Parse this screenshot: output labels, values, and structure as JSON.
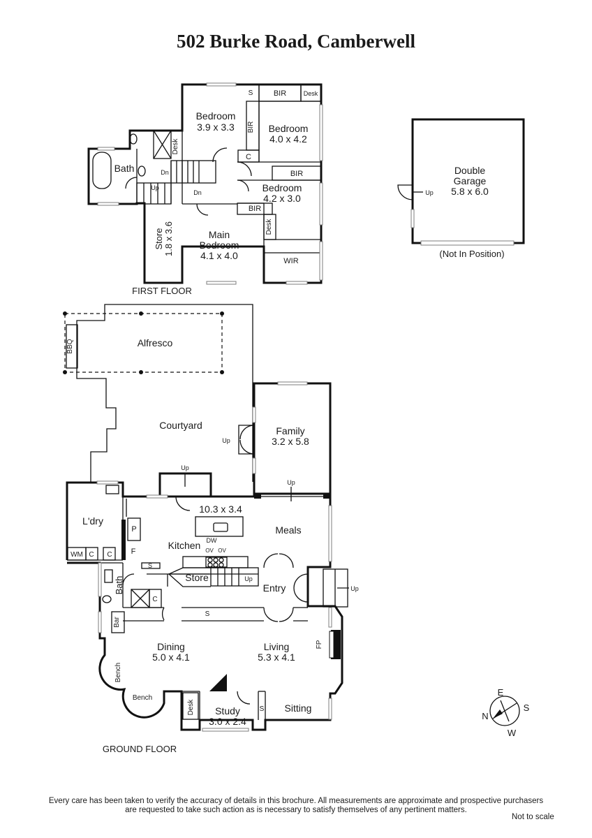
{
  "title": "502 Burke Road, Camberwell",
  "floors": {
    "first": "FIRST FLOOR",
    "ground": "GROUND FLOOR"
  },
  "rooms": {
    "bedroom1": {
      "name": "Bedroom",
      "size": "3.9 x 3.3"
    },
    "bedroom2": {
      "name": "Bedroom",
      "size": "4.0 x 4.2"
    },
    "bedroom3": {
      "name": "Bedroom",
      "size": "4.2 x 3.0"
    },
    "main_bedroom": {
      "name1": "Main",
      "name2": "Bedroom",
      "size": "4.1 x 4.0"
    },
    "store_ff": {
      "name": "Store",
      "size": "1.8 x 3.6"
    },
    "bath_ff": {
      "name": "Bath"
    },
    "garage": {
      "name1": "Double",
      "name2": "Garage",
      "size": "5.8 x 6.0",
      "note": "(Not In Position)"
    },
    "alfresco": {
      "name": "Alfresco"
    },
    "courtyard": {
      "name": "Courtyard"
    },
    "family": {
      "name": "Family",
      "size": "3.2 x 5.8"
    },
    "laundry": {
      "name": "L'dry"
    },
    "kitchen": {
      "name": "Kitchen",
      "size": "10.3 x 3.4"
    },
    "meals": {
      "name": "Meals"
    },
    "store_gf": {
      "name": "Store"
    },
    "entry": {
      "name": "Entry"
    },
    "bath_gf": {
      "name": "Bath"
    },
    "dining": {
      "name": "Dining",
      "size": "5.0 x 4.1"
    },
    "living": {
      "name": "Living",
      "size": "5.3 x 4.1"
    },
    "study": {
      "name": "Study",
      "size": "3.0 x 2.4"
    },
    "sitting": {
      "name": "Sitting"
    }
  },
  "fixtures": {
    "bir": "BIR",
    "desk": "Desk",
    "s": "S",
    "c": "C",
    "wir": "WIR",
    "dn": "Dn",
    "up": "Up",
    "bbq": "BBQ",
    "p": "P",
    "f": "F",
    "wm": "WM",
    "dw": "DW",
    "ov": "OV",
    "bar": "Bar",
    "bench": "Bench",
    "fp": "FP"
  },
  "compass": {
    "n": "N",
    "e": "E",
    "s": "S",
    "w": "W"
  },
  "disclaimer_line1": "Every care has been taken to verify the accuracy of details in this brochure.  All measurements are approximate and prospective purchasers",
  "disclaimer_line2": "are requested to take such action as is necessary to satisfy themselves of any pertinent matters.",
  "scale_note": "Not to scale"
}
